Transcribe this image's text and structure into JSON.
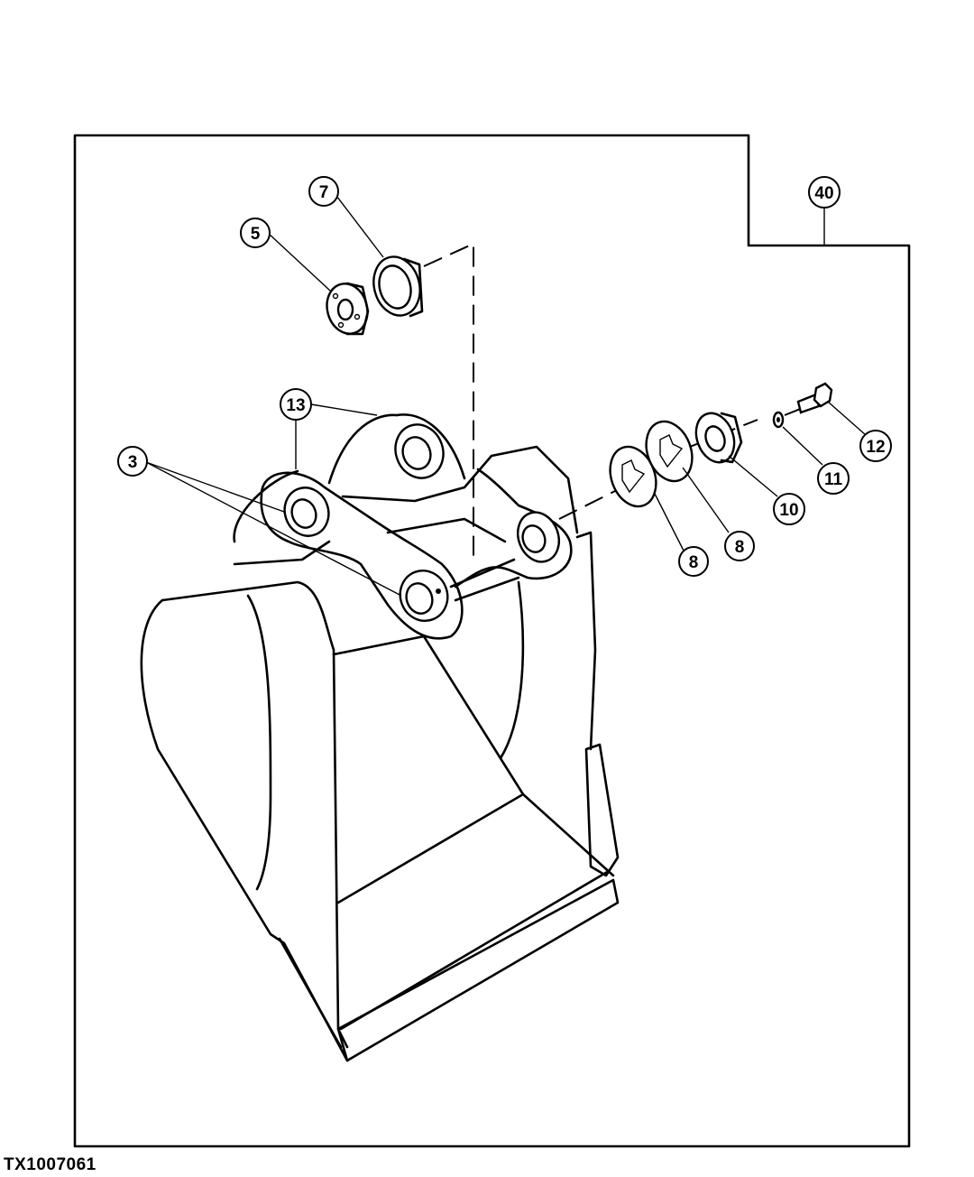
{
  "figure_id": "TX1007061",
  "callouts": {
    "c3": "3",
    "c5": "5",
    "c7": "7",
    "c8a": "8",
    "c8b": "8",
    "c10": "10",
    "c11": "11",
    "c12": "12",
    "c13": "13",
    "c40": "40"
  }
}
